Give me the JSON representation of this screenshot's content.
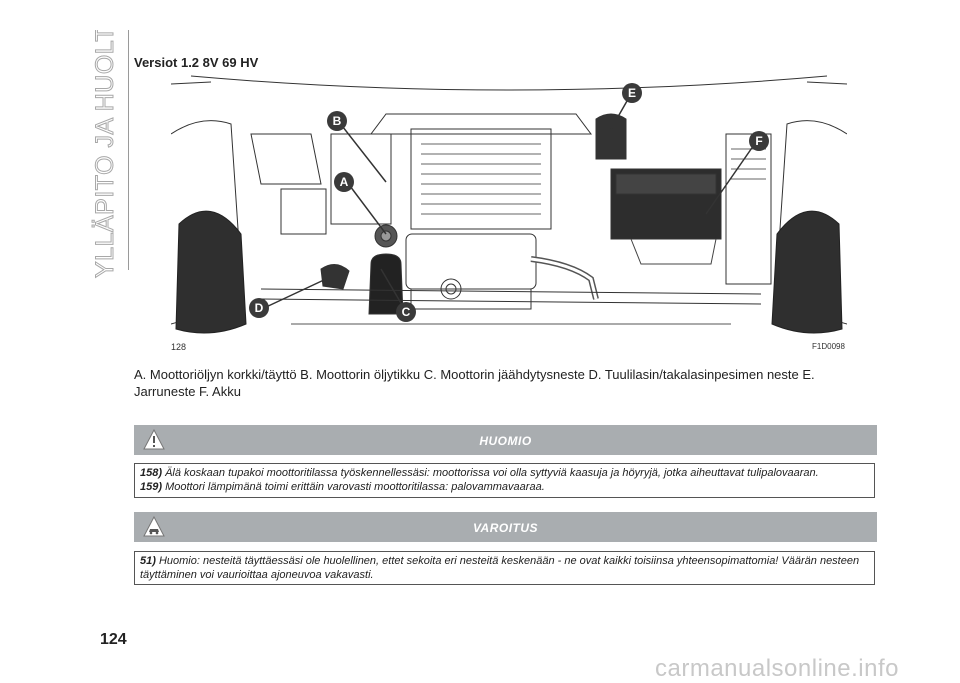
{
  "side_heading": "YLLÄPITO JA HUOLTO",
  "section_title": "Versiot 1.2 8V 69 HV",
  "figure": {
    "number": "128",
    "code": "F1D0098",
    "callouts": [
      "A",
      "B",
      "C",
      "D",
      "E",
      "F"
    ],
    "callout_color": "#3a3a3a"
  },
  "caption": "A. Moottoriöljyn korkki/täyttö B. Moottorin öljytikku C. Moottorin jäähdytysneste D. Tuulilasin/takalasinpesimen neste E. Jarruneste F. Akku",
  "notice": {
    "title": "HUOMIO",
    "items": [
      {
        "num": "158)",
        "text": "Älä koskaan tupakoi moottoritilassa työskennellessäsi: moottorissa voi olla syttyviä kaasuja ja höyryjä, jotka aiheuttavat tulipalovaaran."
      },
      {
        "num": "159)",
        "text": "Moottori lämpimänä toimi erittäin varovasti moottoritilassa: palovammavaaraa."
      }
    ]
  },
  "warning": {
    "title": "VAROITUS",
    "items": [
      {
        "num": "51)",
        "text": "Huomio: nesteitä täyttäessäsi ole huolellinen, ettet sekoita eri nesteitä keskenään - ne ovat kaikki toisiinsa yhteensopimattomia! Väärän nesteen täyttäminen voi vaurioittaa ajoneuvoa vakavasti."
      }
    ]
  },
  "page_number": "124",
  "watermark": "carmanualsonline.info",
  "colors": {
    "banner": "#a9adb0",
    "side_heading": "#b0b0b0"
  }
}
